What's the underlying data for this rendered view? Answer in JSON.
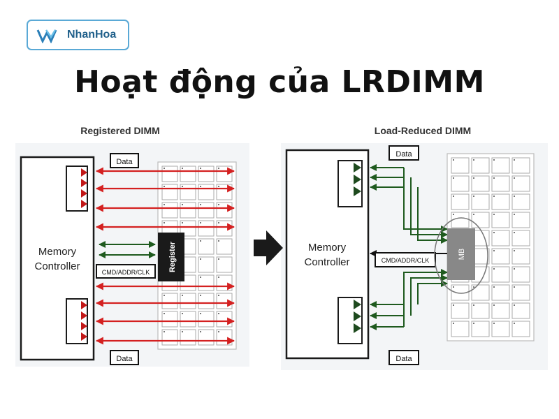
{
  "brand": {
    "name": "NhanHoa",
    "icon": "nhanhoa-logo-icon",
    "color": "#1f5f8a"
  },
  "title": "Hoạt động của LRDIMM",
  "colors": {
    "accent_red": "#d42020",
    "accent_green": "#1e5a1e",
    "dark": "#111111"
  },
  "left": {
    "heading": "Registered DIMM",
    "controller": [
      "Memory",
      "Controller"
    ],
    "register_label": "Register",
    "cmd_label": "CMD/ADDR/CLK",
    "data_top": "Data",
    "data_bottom": "Data"
  },
  "right": {
    "heading": "Load-Reduced DIMM",
    "controller": [
      "Memory",
      "Controller"
    ],
    "buffer_label": "MB",
    "cmd_label": "CMD/ADDR/CLK",
    "data_top": "Data",
    "data_bottom": "Data"
  }
}
